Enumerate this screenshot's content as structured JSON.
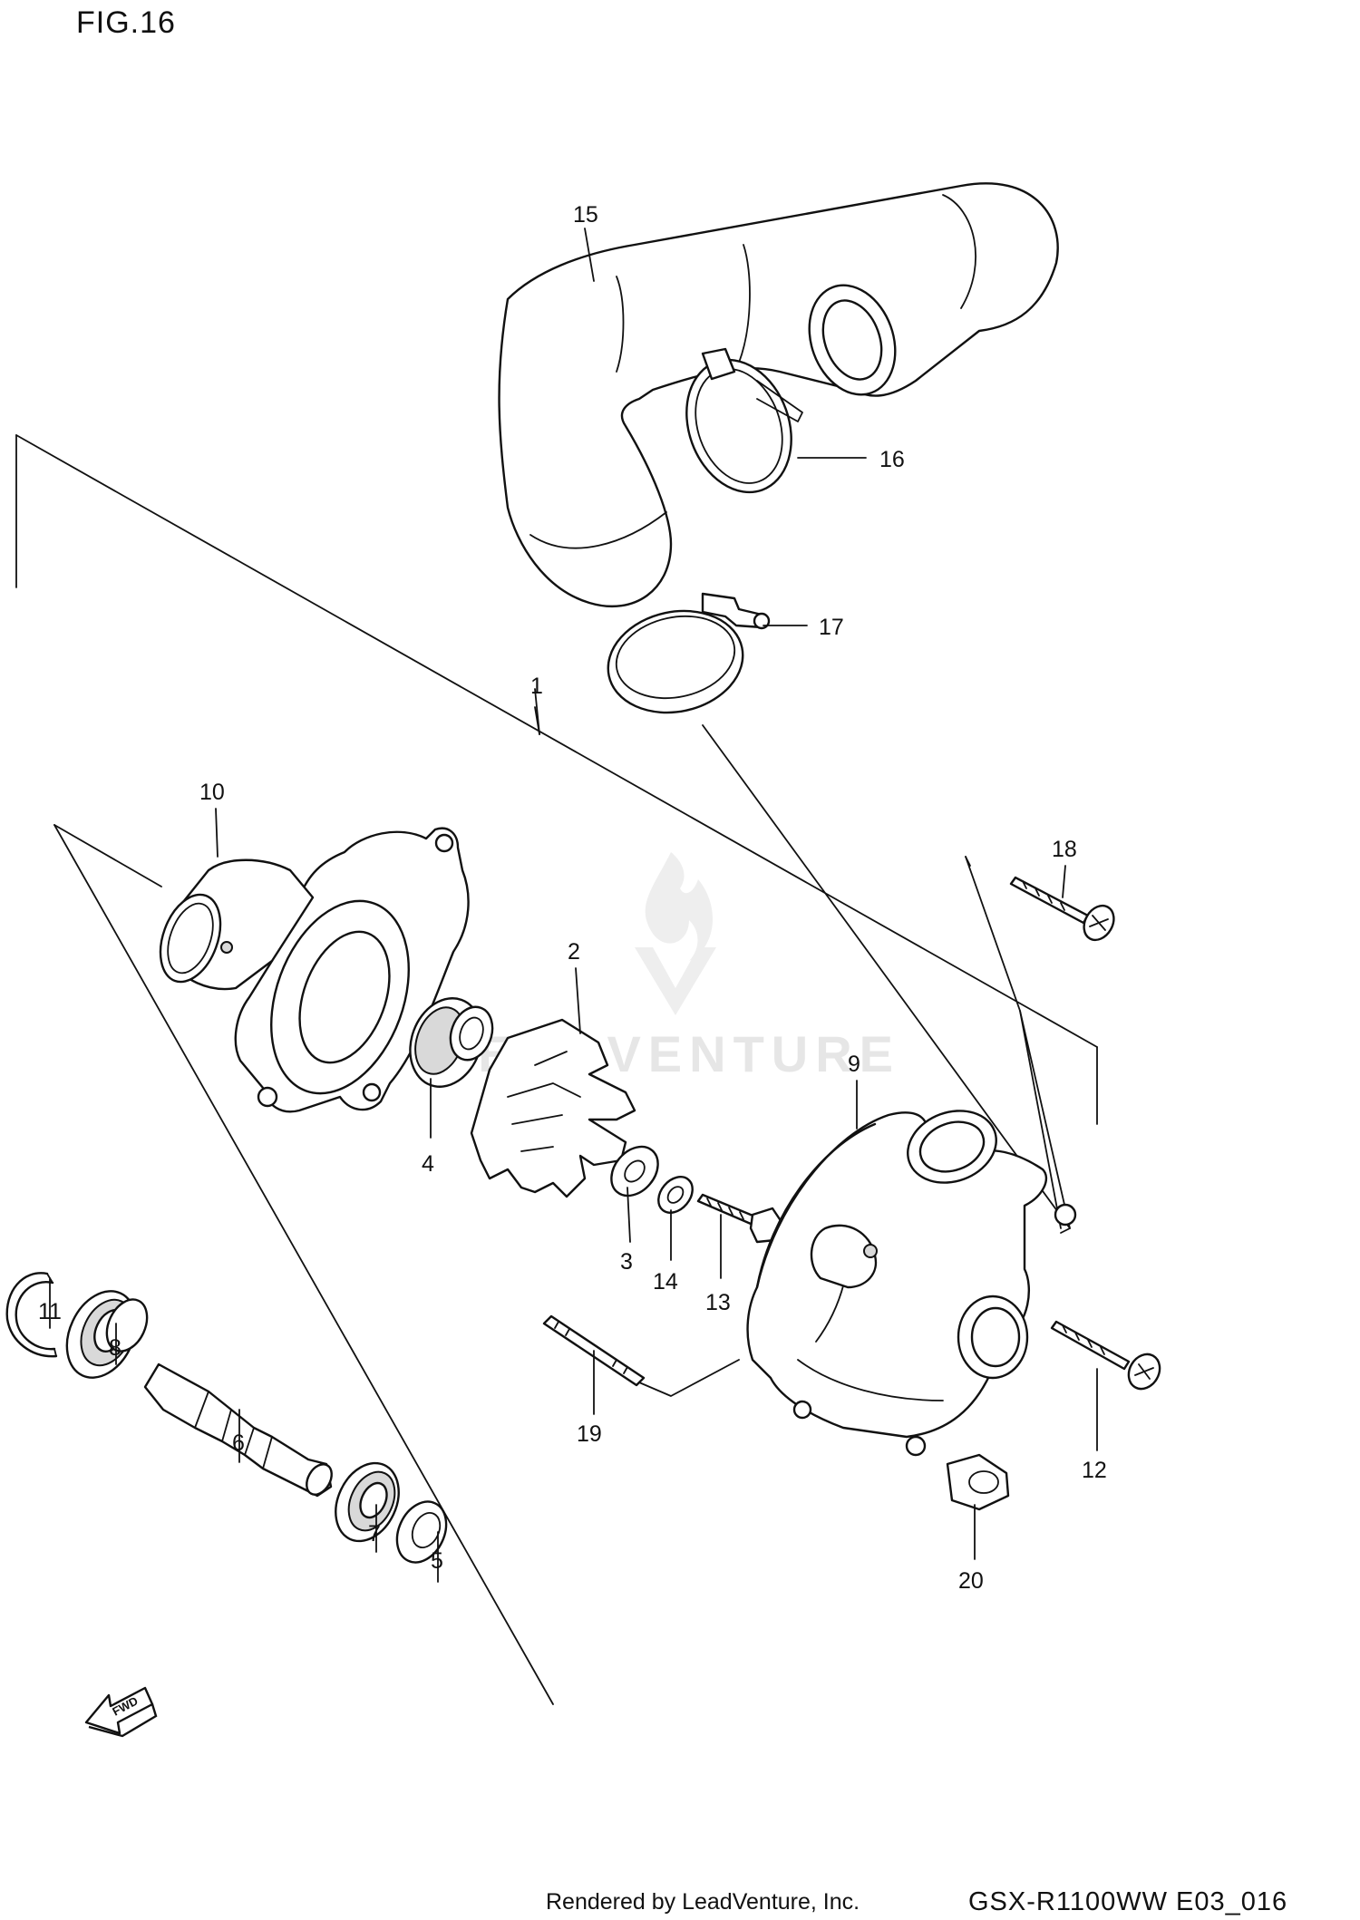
{
  "figure_label": "FIG.16",
  "watermark": "LEADVENTURE",
  "footer": {
    "credit": "Rendered by LeadVenture, Inc.",
    "model_code": "GSX-R1100WW  E03_016"
  },
  "fwd_marker": "FWD",
  "callouts": {
    "c1": "1",
    "c2": "2",
    "c3": "3",
    "c4": "4",
    "c5": "5",
    "c6": "6",
    "c7": "7",
    "c8": "8",
    "c9": "9",
    "c10": "10",
    "c11": "11",
    "c12": "12",
    "c13": "13",
    "c14": "14",
    "c15": "15",
    "c16": "16",
    "c17": "17",
    "c18": "18",
    "c19": "19",
    "c20": "20"
  }
}
